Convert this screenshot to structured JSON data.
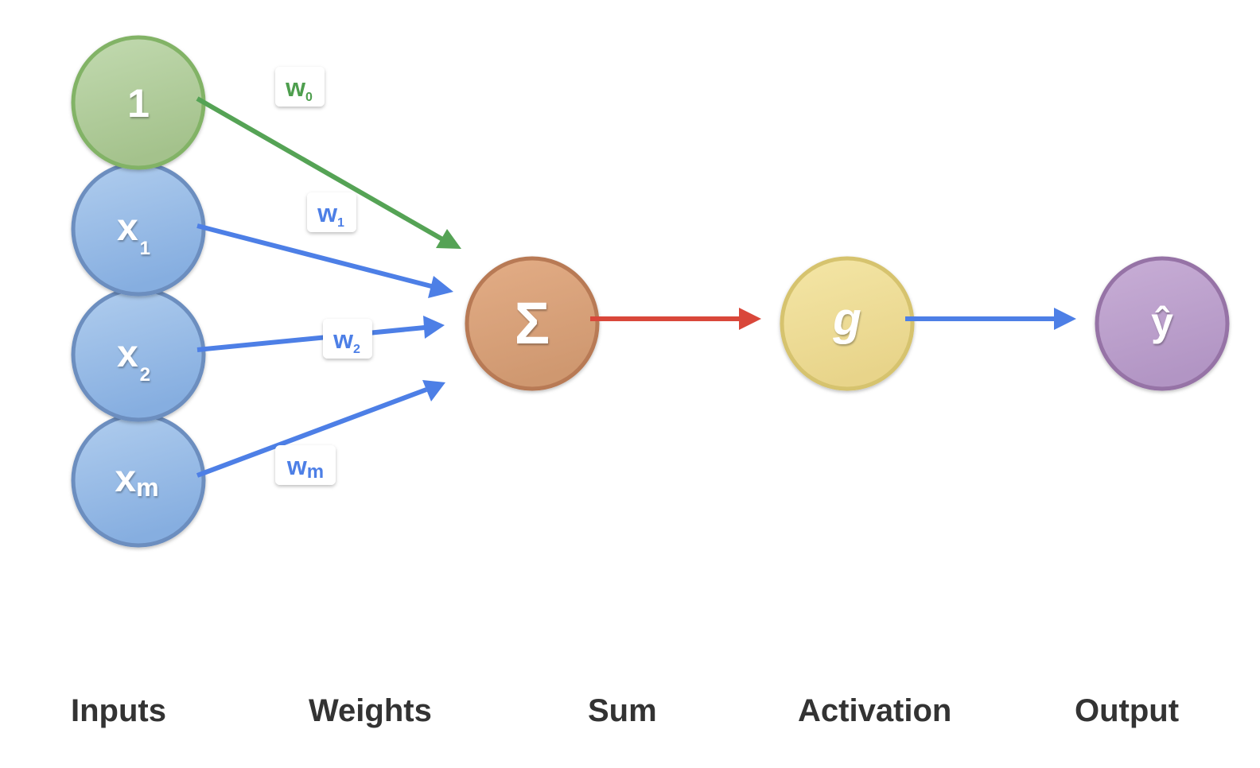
{
  "nodes": {
    "bias": {
      "text": "1",
      "fill_top": "#c2dab0",
      "fill_bottom": "#a4c28c",
      "stroke": "#82b366"
    },
    "x1": {
      "main": "x",
      "sub": "1",
      "fill_top": "#b0cdee",
      "fill_bottom": "#86aee0",
      "stroke": "#6c8ebf"
    },
    "x2": {
      "main": "x",
      "sub": "2",
      "fill_top": "#b0cdee",
      "fill_bottom": "#86aee0",
      "stroke": "#6c8ebf"
    },
    "xm": {
      "main": "x",
      "sub": "m",
      "fill_top": "#b0cdee",
      "fill_bottom": "#86aee0",
      "stroke": "#6c8ebf"
    },
    "sum": {
      "text": "Σ",
      "fill_top": "#e3ad86",
      "fill_bottom": "#cf9870",
      "stroke": "#b87a55"
    },
    "activation": {
      "text": "g",
      "fill_top": "#f4e6a6",
      "fill_bottom": "#e8d48a",
      "stroke": "#d6c36e"
    },
    "output": {
      "text": "ŷ",
      "fill_top": "#c8aed6",
      "fill_bottom": "#b295c4",
      "stroke": "#9673a6"
    }
  },
  "weights": {
    "w0": {
      "main": "w",
      "sub": "0",
      "color": "#4e9e4e"
    },
    "w1": {
      "main": "w",
      "sub": "1",
      "color": "#4d7fe6"
    },
    "w2": {
      "main": "w",
      "sub": "2",
      "color": "#4d7fe6"
    },
    "wm": {
      "main": "w",
      "sub": "m",
      "color": "#4d7fe6"
    }
  },
  "edges": {
    "bias_color": "#55a355",
    "input_color": "#4d7fe6",
    "sum_to_activation_color": "#d9473a",
    "activation_to_output_color": "#4d7fe6"
  },
  "stages": {
    "inputs": "Inputs",
    "weights": "Weights",
    "sum": "Sum",
    "activation": "Activation",
    "output": "Output"
  }
}
